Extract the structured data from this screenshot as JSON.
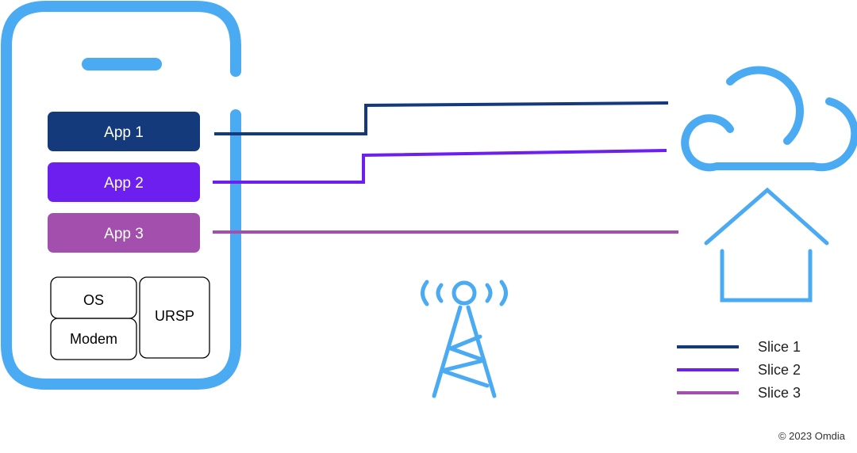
{
  "colors": {
    "device_outline": "#4aaaf2",
    "slice1": "#153a7c",
    "slice2": "#6d1ff0",
    "slice3": "#a24fad",
    "app1_fill": "#153a7c",
    "app2_fill": "#6d1ff0",
    "app3_fill": "#a24fad"
  },
  "phone": {
    "apps": [
      "App 1",
      "App 2",
      "App 3"
    ],
    "os_label": "OS",
    "modem_label": "Modem",
    "ursp_label": "URSP"
  },
  "icons": {
    "cloud": "cloud-icon",
    "home": "house-icon",
    "tower": "cell-tower-icon"
  },
  "legend": {
    "items": [
      {
        "label": "Slice 1",
        "color": "#153a7c"
      },
      {
        "label": "Slice 2",
        "color": "#6d1ff0"
      },
      {
        "label": "Slice 3",
        "color": "#a24fad"
      }
    ]
  },
  "footer": {
    "copyright": "© 2023 Omdia"
  }
}
